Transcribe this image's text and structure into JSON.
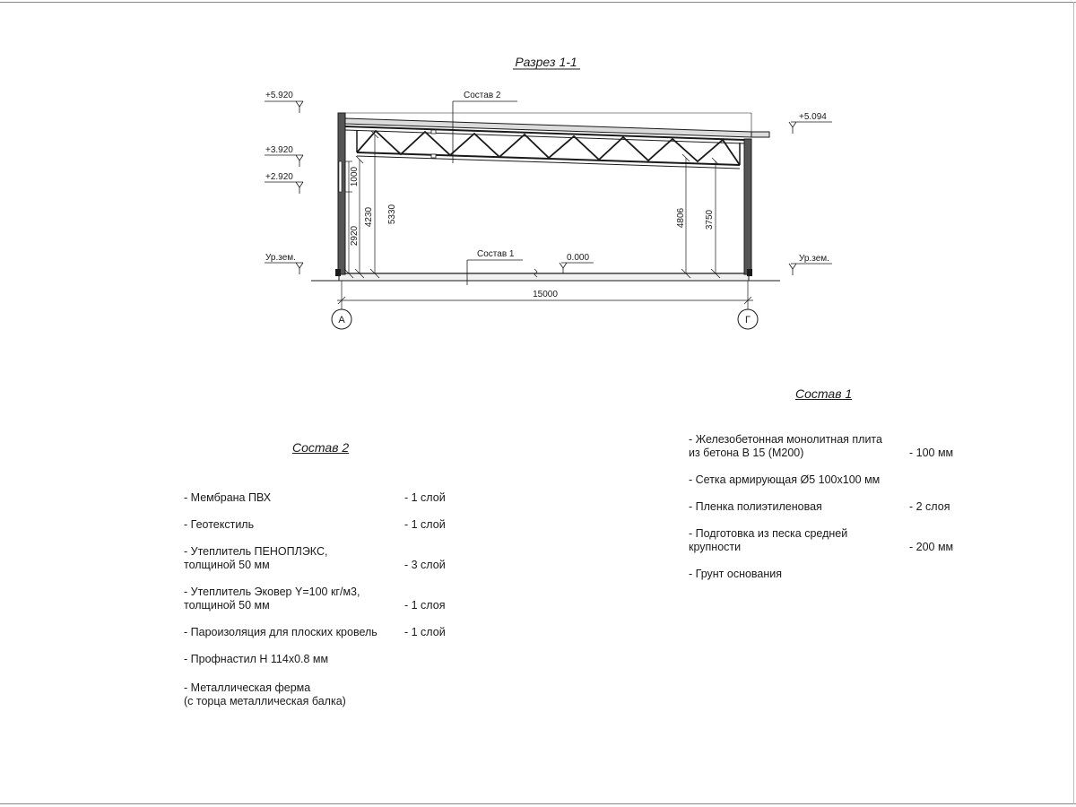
{
  "section": {
    "title": "Разрез 1-1",
    "levels": {
      "top_left": "+5.920",
      "top_right": "+5.094",
      "mid1": "+3.920",
      "mid2": "+2.920",
      "ground_left": "Ур.зем.",
      "ground_right": "Ур.зем.",
      "zero": "0.000"
    },
    "callouts": {
      "roof": "Состав 2",
      "floor": "Состав 1"
    },
    "dimensions": {
      "left_a": "2920",
      "left_b": "1000",
      "left_c": "4230",
      "left_d": "5330",
      "right_a": "4806",
      "right_b": "3750",
      "span": "15000"
    },
    "axes": {
      "left": "А",
      "right": "Г"
    }
  },
  "composition1": {
    "title": "Состав 1",
    "items": [
      {
        "lines": [
          "- Железобетонная  монолитная плита",
          "   из бетона В 15 (М200)"
        ],
        "qty": "- 100 мм"
      },
      {
        "lines": [
          "- Сетка армирующая Ø5 100х100 мм"
        ],
        "qty": ""
      },
      {
        "lines": [
          "- Пленка полиэтиленовая"
        ],
        "qty": "-  2 слоя"
      },
      {
        "lines": [
          "- Подготовка из песка средней",
          "   крупности"
        ],
        "qty": "- 200 мм"
      },
      {
        "lines": [
          "- Грунт основания"
        ],
        "qty": ""
      }
    ]
  },
  "composition2": {
    "title": "Состав 2",
    "items": [
      {
        "lines": [
          "- Мембрана ПВХ"
        ],
        "qty": "- 1 слой"
      },
      {
        "lines": [
          "- Геотекстиль"
        ],
        "qty": "- 1 слой"
      },
      {
        "lines": [
          "- Утеплитель ПЕНОПЛЭКС,",
          "   толщиной 50 мм"
        ],
        "qty": "- 3 слой"
      },
      {
        "lines": [
          "- Утеплитель Эковер Y=100 кг/м3,",
          "   толщиной 50 мм"
        ],
        "qty": "- 1 слоя"
      },
      {
        "lines": [
          "- Пароизоляция для плоских кровель"
        ],
        "qty": "- 1 слой"
      },
      {
        "lines": [
          "- Профнастил Н 114х0.8 мм"
        ],
        "qty": ""
      },
      {
        "lines": [
          "- Металлическая ферма",
          "   (с торца металлическая балка)"
        ],
        "qty": ""
      }
    ]
  }
}
